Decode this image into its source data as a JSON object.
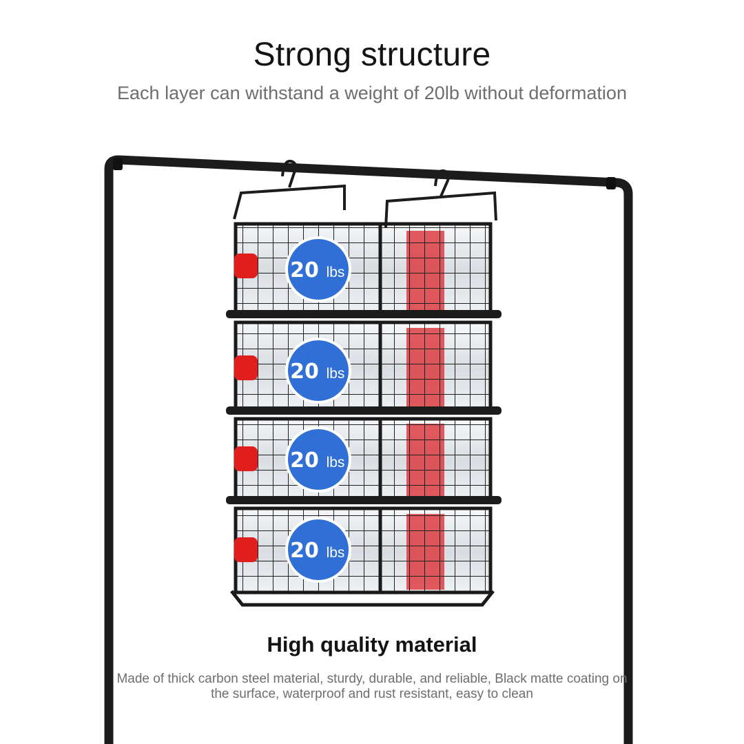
{
  "header": {
    "title": "Strong structure",
    "subtitle": "Each layer can withstand a weight of 20lb without deformation"
  },
  "badges": [
    {
      "number": "20",
      "unit": "lbs"
    },
    {
      "number": "20",
      "unit": "lbs"
    },
    {
      "number": "20",
      "unit": "lbs"
    },
    {
      "number": "20",
      "unit": "lbs"
    }
  ],
  "footer": {
    "title": "High quality material",
    "body": "Made of thick carbon steel material, sturdy, durable, and reliable, Black matte coating on the surface, waterproof and rust resistant, easy to clean"
  },
  "colors": {
    "frame": "#1c1c1c",
    "badge": "#2f6fd6",
    "cap": "#e01e1e",
    "label_red": "#d9262c"
  }
}
